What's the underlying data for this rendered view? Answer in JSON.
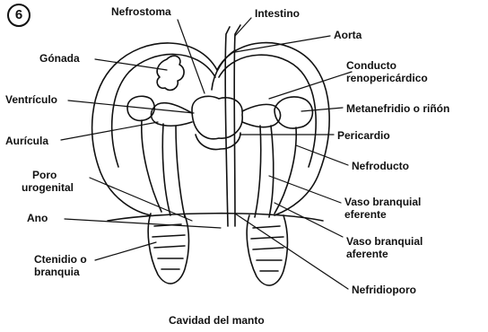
{
  "figure_number": "6",
  "labels": {
    "nefrostoma": "Nefrostoma",
    "intestino": "Intestino",
    "aorta": "Aorta",
    "gonada": "Gónada",
    "conducto_1": "Conducto",
    "conducto_2": "renopericárdico",
    "ventriculo": "Ventrículo",
    "metanefridio": "Metanefridio o riñón",
    "auricula": "Aurícula",
    "pericardio": "Pericardio",
    "nefroducto": "Nefroducto",
    "poro_1": "Poro",
    "poro_2": "urogenital",
    "vaso_eferente_1": "Vaso branquial",
    "vaso_eferente_2": "eferente",
    "ano": "Ano",
    "vaso_aferente_1": "Vaso branquial",
    "vaso_aferente_2": "aferente",
    "ctenidio_1": "Ctenidio o",
    "ctenidio_2": "branquia",
    "nefridioporo": "Nefridioporo",
    "cavidad": "Cavidad del manto"
  },
  "colors": {
    "ink": "#111111",
    "background": "#ffffff"
  }
}
